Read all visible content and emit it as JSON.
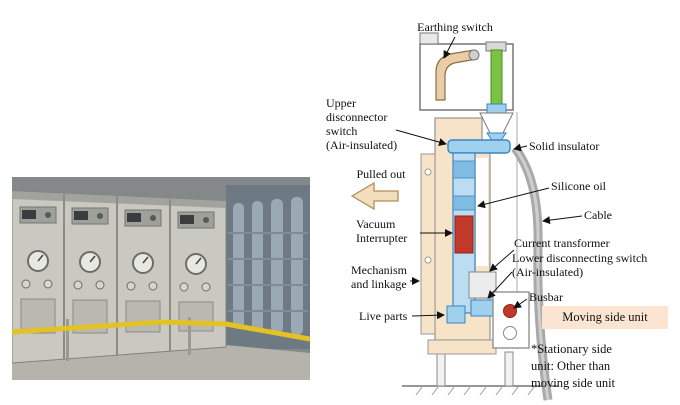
{
  "figure": {
    "photo": {
      "description": "switchgear cabinets in substation room"
    },
    "diagram": {
      "labels": {
        "earthing_switch": "Earthing switch",
        "upper_disconnector": "Upper\ndisconnector\nswitch\n(Air-insulated)",
        "solid_insulator": "Solid insulator",
        "pulled_out": "Pulled out",
        "silicone_oil": "Silicone oil",
        "cable": "Cable",
        "vacuum_interrupter": "Vacuum\nInterrupter",
        "current_transformer": "Current transformer",
        "lower_disconnecting_switch": "Lower disconnecting switch\n(Air-insulated)",
        "mechanism_and_linkage": "Mechanism\nand linkage",
        "busbar": "Busbar",
        "live_parts": "Live parts",
        "moving_side_unit": "Moving side unit",
        "stationary_note": "*Stationary side\nunit: Other than\nmoving side unit"
      },
      "colors": {
        "moving_unit_fill": "#f7e4c8",
        "highlight_blue": "#9fd0ee",
        "interrupter_red": "#c0392b",
        "earthing_green": "#7bc143",
        "chip_fill": "#fbe5d2"
      }
    }
  }
}
